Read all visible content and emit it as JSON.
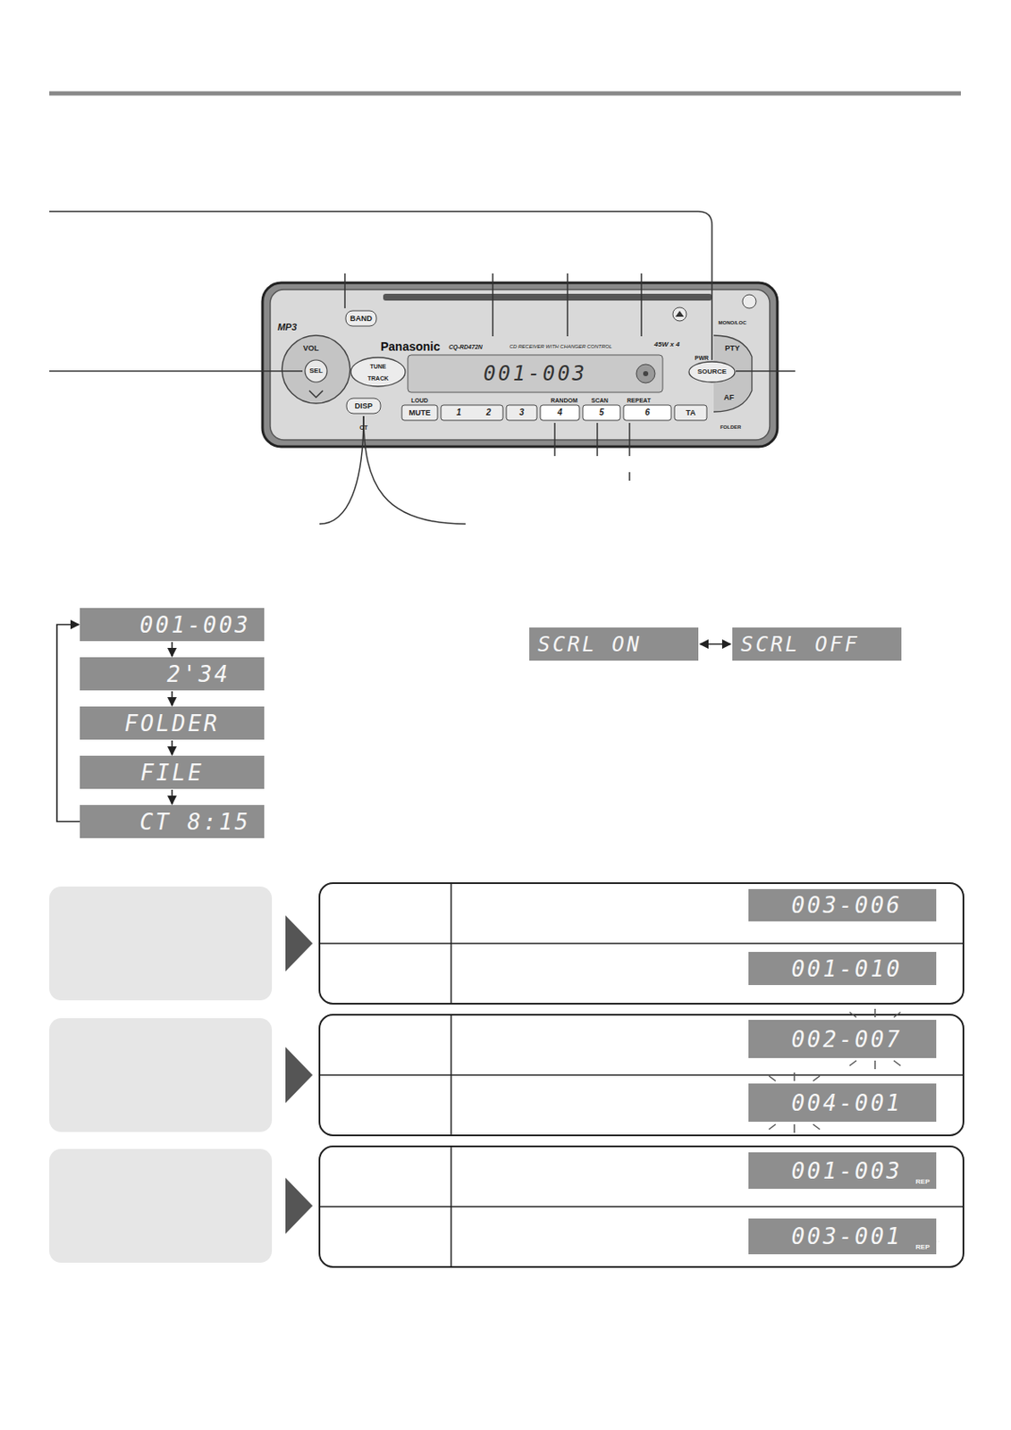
{
  "diagram": {
    "nodes": [
      {
        "text": [
          "001-003"
        ]
      },
      {
        "text": [
          "2'34"
        ]
      },
      {
        "text": [
          "FOLDER"
        ]
      },
      {
        "text": [
          "FILE"
        ]
      },
      {
        "text": [
          "CT 8:15"
        ]
      },
      {
        "text": [
          "SCRL ON"
        ]
      },
      {
        "text": [
          "SCRL OFF"
        ]
      },
      {
        "text": [
          "003-006"
        ]
      },
      {
        "text": [
          "001-010"
        ]
      },
      {
        "text": [
          "002-007"
        ]
      },
      {
        "text": [
          "004-001"
        ]
      },
      {
        "text": [
          "001-003"
        ]
      },
      {
        "text": [
          "003-001"
        ]
      }
    ],
    "edges": [
      {
        "from": 0,
        "to": 1,
        "arrow": "to"
      },
      {
        "from": 1,
        "to": 2,
        "arrow": "to"
      },
      {
        "from": 2,
        "to": 3,
        "arrow": "to"
      },
      {
        "from": 3,
        "to": 4,
        "arrow": "to"
      },
      {
        "from": 4,
        "to": 0,
        "arrow": "to"
      },
      {
        "from": 5,
        "to": 6,
        "arrow": "both"
      }
    ],
    "labels": [
      "MP3",
      "BAND",
      "VOL",
      "SEL",
      "TUNE",
      "TRACK",
      "DISP",
      "CT",
      "Panasonic",
      "CQ-RD472N",
      "CD RECEIVER WITH CHANGER CONTROL",
      "45W x 4",
      "001-003",
      "PWR",
      "SOURCE",
      "PTY",
      "AF",
      "MONO/LOC",
      "FOLDER",
      "LOUD",
      "MUTE",
      "1",
      "2",
      "3",
      "RANDOM",
      "4",
      "SCAN",
      "5",
      "REPEAT",
      "6",
      "TA",
      "REP",
      "REP"
    ]
  }
}
